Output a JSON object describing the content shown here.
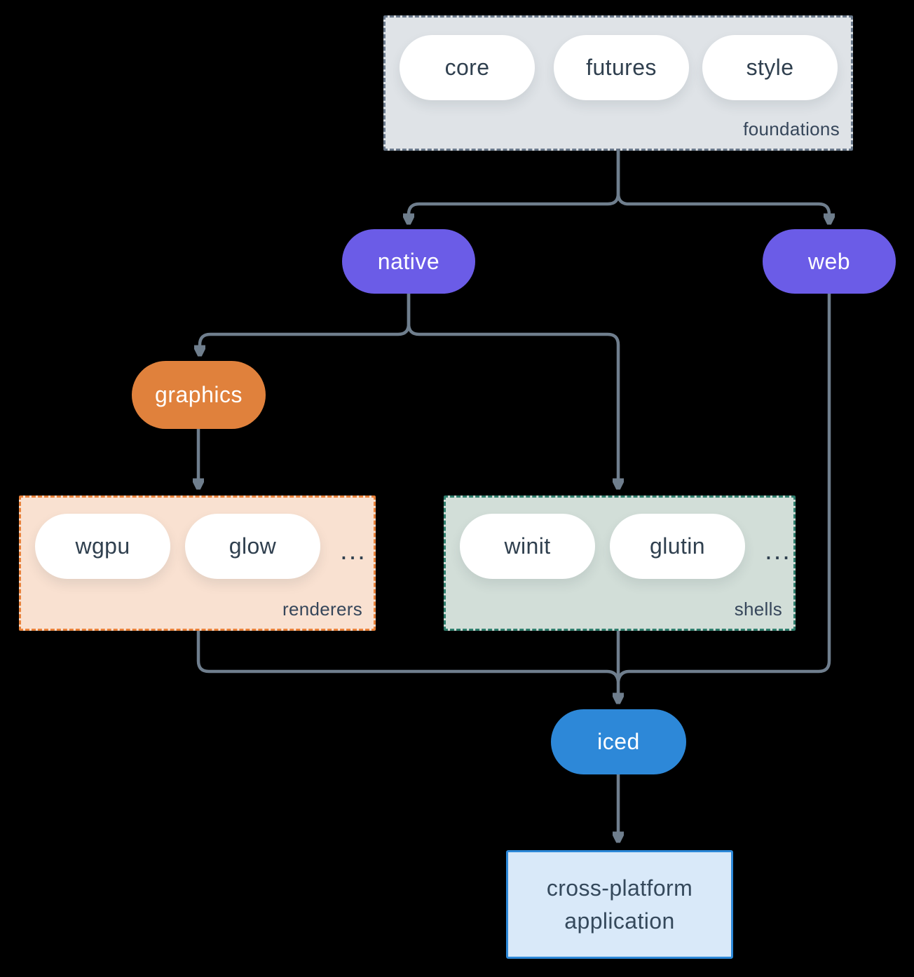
{
  "diagram": {
    "title_semantic": "iced ecosystem architecture",
    "background_color": "#000000",
    "arrow_color": "#6f7e8d",
    "pill_text_color": "#30404f",
    "groups": {
      "foundations": {
        "label": "foundations",
        "fill": "#dfe3e7",
        "border": "#69788a",
        "pills": [
          "core",
          "futures",
          "style"
        ]
      },
      "renderers": {
        "label": "renderers",
        "fill": "#f9e1d1",
        "border": "#e8813a",
        "pills": [
          "wgpu",
          "glow"
        ],
        "ellipsis": "..."
      },
      "shells": {
        "label": "shells",
        "fill": "#d2ded8",
        "border": "#2f7e6d",
        "pills": [
          "winit",
          "glutin"
        ],
        "ellipsis": "..."
      }
    },
    "nodes": {
      "native": {
        "label": "native",
        "fill": "#6b5ce7",
        "text_color": "#ffffff"
      },
      "web": {
        "label": "web",
        "fill": "#6b5ce7",
        "text_color": "#ffffff"
      },
      "graphics": {
        "label": "graphics",
        "fill": "#e0813c",
        "text_color": "#ffffff"
      },
      "iced": {
        "label": "iced",
        "fill": "#2d88d8",
        "text_color": "#ffffff"
      },
      "app": {
        "lines": [
          "cross-platform",
          "application"
        ],
        "fill": "#d9e9f9",
        "border": "#2d88d8",
        "text_color": "#35495c"
      }
    },
    "edges": [
      "foundations -> native",
      "foundations -> web",
      "native -> graphics",
      "native -> shells",
      "graphics -> renderers",
      "renderers -> iced",
      "shells -> iced",
      "web -> iced",
      "iced -> app"
    ]
  }
}
